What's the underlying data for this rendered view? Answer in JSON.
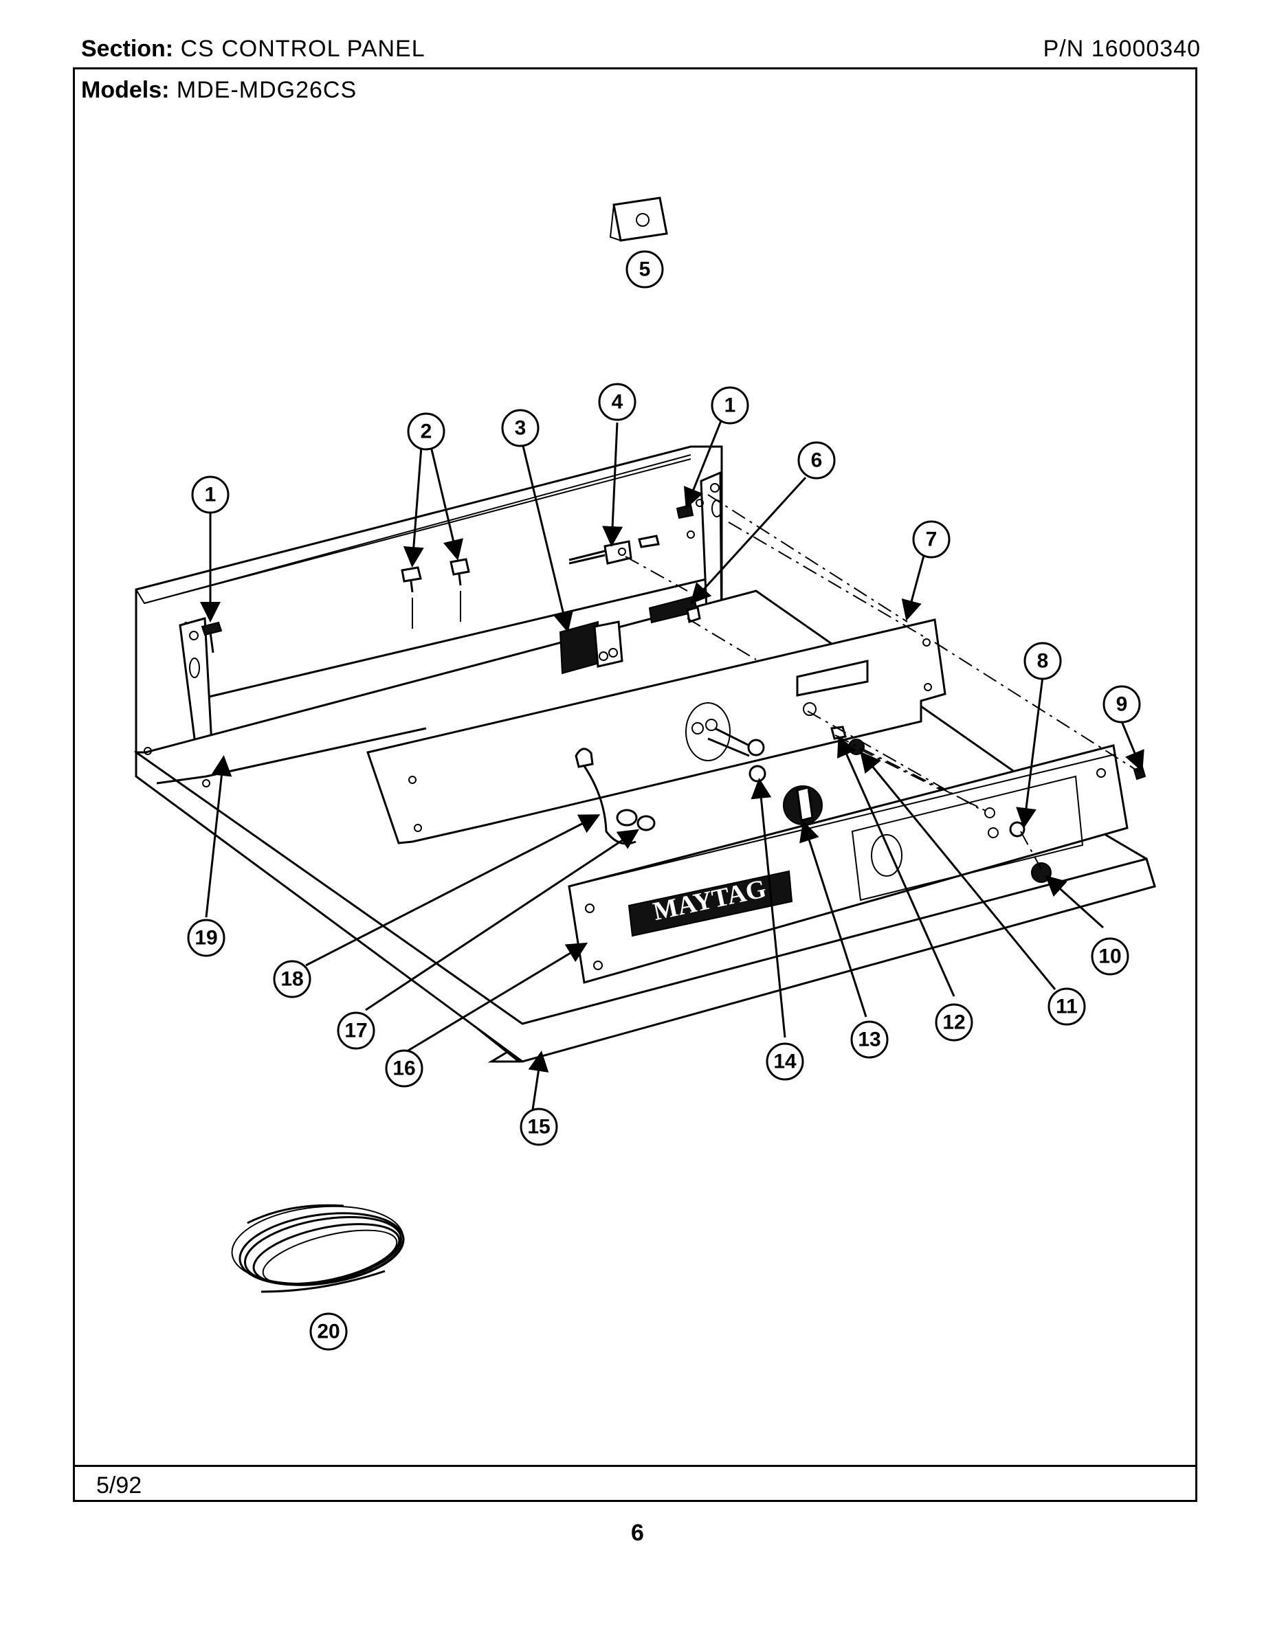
{
  "header": {
    "section_label": "Section:",
    "section_value": "CS CONTROL PANEL",
    "pn_label": "P/N",
    "pn_value": "16000340",
    "models_label": "Models:",
    "models_value": "MDE-MDG26CS"
  },
  "footer": {
    "date": "5/92",
    "page_number": "6"
  },
  "brand_nameplate": "MAYTAG",
  "callouts": [
    "5",
    "4",
    "1",
    "2",
    "3",
    "6",
    "7",
    "1",
    "8",
    "9",
    "19",
    "18",
    "17",
    "16",
    "15",
    "14",
    "13",
    "12",
    "11",
    "10",
    "20"
  ]
}
